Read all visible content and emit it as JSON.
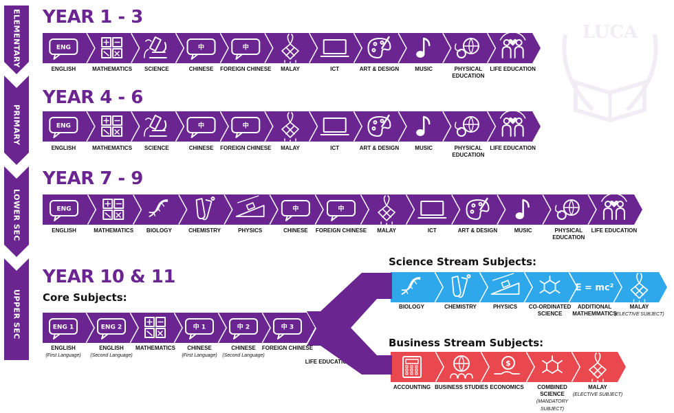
{
  "colors": {
    "purple": "#6b2590",
    "blue": "#2ea8ea",
    "red": "#e9484f",
    "ink": "#111111"
  },
  "sidebar": [
    {
      "label": "ELEMENTARY"
    },
    {
      "label": "PRIMARY"
    },
    {
      "label": "LOWER SEC"
    },
    {
      "label": "UPPER SEC"
    }
  ],
  "years": {
    "y1": "YEAR 1 - 3",
    "y4": "YEAR 4 - 6",
    "y7": "YEAR 7 - 9",
    "y10": "YEAR 10 & 11"
  },
  "core_title": "Core Subjects:",
  "science_title": "Science Stream Subjects:",
  "business_title": "Business Stream Subjects:",
  "row_elementary": [
    {
      "label": "ENGLISH",
      "icon": "eng-bubble-icon",
      "text": "ENG"
    },
    {
      "label": "MATHEMATICS",
      "icon": "math-icon"
    },
    {
      "label": "SCIENCE",
      "icon": "microscope-icon"
    },
    {
      "label": "CHINESE",
      "icon": "chinese-bubble-icon",
      "text": "中"
    },
    {
      "label": "FOREIGN CHINESE",
      "icon": "chinese-bubble-icon",
      "text": "中"
    },
    {
      "label": "MALAY",
      "icon": "ketupat-icon"
    },
    {
      "label": "ICT",
      "icon": "laptop-icon"
    },
    {
      "label": "ART & DESIGN",
      "icon": "palette-icon"
    },
    {
      "label": "MUSIC",
      "icon": "music-note-icon"
    },
    {
      "label": "PHYSICAL EDUCATION",
      "icon": "sports-balls-icon"
    },
    {
      "label": "LIFE EDUCATION",
      "icon": "people-heart-icon"
    }
  ],
  "row_primary": [
    {
      "label": "ENGLISH",
      "icon": "eng-bubble-icon",
      "text": "ENG"
    },
    {
      "label": "MATHEMATICS",
      "icon": "math-icon"
    },
    {
      "label": "SCIENCE",
      "icon": "microscope-icon"
    },
    {
      "label": "CHINESE",
      "icon": "chinese-bubble-icon",
      "text": "中"
    },
    {
      "label": "FOREIGN CHINESE",
      "icon": "chinese-bubble-icon",
      "text": "中"
    },
    {
      "label": "MALAY",
      "icon": "ketupat-icon"
    },
    {
      "label": "ICT",
      "icon": "laptop-icon"
    },
    {
      "label": "ART & DESIGN",
      "icon": "palette-icon"
    },
    {
      "label": "MUSIC",
      "icon": "music-note-icon"
    },
    {
      "label": "PHYSICAL EDUCATION",
      "icon": "sports-balls-icon"
    },
    {
      "label": "LIFE EDUCATION",
      "icon": "people-heart-icon"
    }
  ],
  "row_lower": [
    {
      "label": "ENGLISH",
      "icon": "eng-bubble-icon",
      "text": "ENG"
    },
    {
      "label": "MATHEMATICS",
      "icon": "math-icon"
    },
    {
      "label": "BIOLOGY",
      "icon": "dna-icon"
    },
    {
      "label": "CHEMISTRY",
      "icon": "test-tube-icon"
    },
    {
      "label": "PHYSICS",
      "icon": "inclined-plane-icon"
    },
    {
      "label": "CHINESE",
      "icon": "chinese-bubble-icon",
      "text": "中"
    },
    {
      "label": "FOREIGN CHINESE",
      "icon": "chinese-bubble-icon",
      "text": "中"
    },
    {
      "label": "MALAY",
      "icon": "ketupat-icon"
    },
    {
      "label": "ICT",
      "icon": "laptop-icon"
    },
    {
      "label": "ART & DESIGN",
      "icon": "palette-icon"
    },
    {
      "label": "MUSIC",
      "icon": "music-note-icon"
    },
    {
      "label": "PHYSICAL EDUCATION",
      "icon": "sports-balls-icon"
    },
    {
      "label": "LIFE EDUCATION",
      "icon": "people-heart-icon"
    }
  ],
  "row_core": [
    {
      "label": "ENGLISH",
      "note": "(First Language)",
      "icon": "eng-bubble-icon",
      "text": "ENG 1"
    },
    {
      "label": "ENGLISH",
      "note": "(Second Language)",
      "icon": "eng-bubble-icon",
      "text": "ENG 2"
    },
    {
      "label": "MATHEMATICS",
      "note": "",
      "icon": "math-icon"
    },
    {
      "label": "CHINESE",
      "note": "(First Language)",
      "icon": "chinese-bubble-icon",
      "text": "中 1"
    },
    {
      "label": "CHINESE",
      "note": "(Second Language)",
      "icon": "chinese-bubble-icon",
      "text": "中 2"
    },
    {
      "label": "FOREIGN CHINESE",
      "note": "",
      "icon": "chinese-bubble-icon",
      "text": "中 3"
    }
  ],
  "life_core": {
    "label": "LIFE EDUCATION",
    "icon": "people-heart-icon"
  },
  "row_science": [
    {
      "label": "BIOLOGY",
      "note": "",
      "icon": "dna-icon"
    },
    {
      "label": "CHEMISTRY",
      "note": "",
      "icon": "test-tube-icon"
    },
    {
      "label": "PHYSICS",
      "note": "",
      "icon": "inclined-plane-icon"
    },
    {
      "label": "CO-ORDINATED SCIENCE",
      "note": "",
      "icon": "molecule-icon"
    },
    {
      "label": "ADDITIONAL MATHEMMATICS",
      "note": "",
      "icon": "emc2-icon",
      "text": "E = mc²"
    },
    {
      "label": "MALAY",
      "note": "(ELECTIVE SUBJECT)",
      "icon": "ketupat-icon"
    }
  ],
  "row_business": [
    {
      "label": "ACCOUNTING",
      "note": "",
      "icon": "calculator-icon"
    },
    {
      "label": "BUSINESS STUDIES",
      "note": "",
      "icon": "globe-people-icon"
    },
    {
      "label": "ECONOMICS",
      "note": "",
      "icon": "hand-coin-icon"
    },
    {
      "label": "COMBINED SCIENCE",
      "note": "(MANDATORY SUBJECT)",
      "icon": "molecule-icon"
    },
    {
      "label": "MALAY",
      "note": "(ELECTIVE SUBJECT)",
      "icon": "ketupat-icon"
    }
  ],
  "watermark": {
    "text": "LUCA",
    "icon": "book-laurel-logo-icon"
  }
}
